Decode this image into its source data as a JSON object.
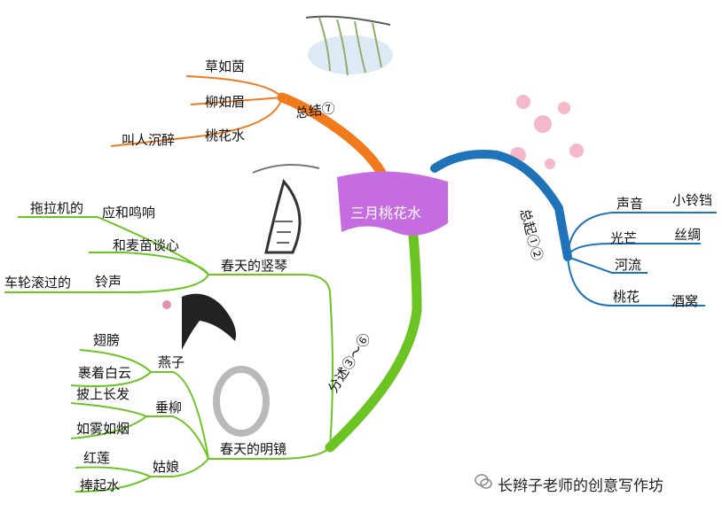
{
  "center": "三月桃花水",
  "branches": {
    "summary": {
      "label": "总结⑦",
      "color": "#f07a1c",
      "children": [
        "草如茵",
        "柳如眉",
        "桃花水",
        "叫人沉醉"
      ]
    },
    "intro": {
      "label": "总起①②",
      "color": "#1f73b8",
      "children": [
        "声音",
        "小铃铛",
        "光芒",
        "丝绸",
        "河流",
        "桃花",
        "酒窝"
      ]
    },
    "detail": {
      "label": "分述③～⑥",
      "color": "#6cc422",
      "harp": {
        "label": "春天的竖琴",
        "children": [
          "拖拉机的",
          "应和鸣响",
          "和麦苗谈心",
          "车轮滚过的",
          "铃声"
        ]
      },
      "mirror": {
        "label": "春天的明镜",
        "swallow": {
          "label": "燕子",
          "children": [
            "翅膀",
            "裹着白云"
          ]
        },
        "willow": {
          "label": "垂柳",
          "children": [
            "披上长发",
            "如雾如烟"
          ]
        },
        "girl": {
          "label": "姑娘",
          "children": [
            "红莲",
            "捧起水"
          ]
        }
      }
    }
  },
  "watermark": "长辫子老师的创意写作坊",
  "icons": [
    "willow-painting-icon",
    "blossom-icon",
    "music-harp-icon",
    "swallow-icon",
    "mirror-icon",
    "wechat-icon"
  ]
}
